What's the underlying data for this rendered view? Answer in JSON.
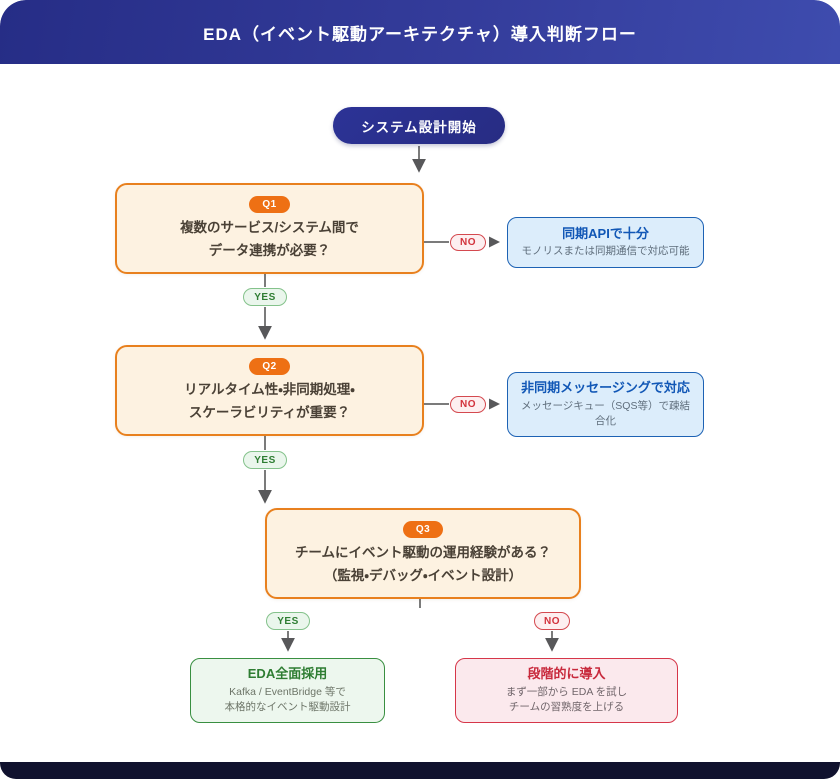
{
  "header": {
    "title": "EDA（イベント駆動アーキテクチャ）導入判断フロー"
  },
  "start": {
    "label": "システム設計開始"
  },
  "labels": {
    "yes": "YES",
    "no": "NO"
  },
  "questions": [
    {
      "badge": "Q1",
      "lines": [
        "複数のサービス/システム間で",
        "データ連携が必要？"
      ]
    },
    {
      "badge": "Q2",
      "lines": [
        "リアルタイム性・非同期処理・",
        "スケーラビリティが重要？"
      ]
    },
    {
      "badge": "Q3",
      "lines": [
        "チームにイベント駆動の運用経験がある？",
        "（監視・デバッグ・イベント設計）"
      ]
    }
  ],
  "outcomes": {
    "sync_api": {
      "title": "同期APIで十分",
      "subtitle": "モノリスまたは同期通信で対応可能"
    },
    "async_messaging": {
      "title": "非同期メッセージングで対応",
      "subtitle": "メッセージキュー（SQS等）で疎結合化"
    },
    "full_adoption": {
      "title": "EDA全面採用",
      "subtitle_lines": [
        "Kafka / EventBridge 等で",
        "本格的なイベント駆動設計"
      ]
    },
    "gradual": {
      "title": "段階的に導入",
      "subtitle_lines": [
        "まず一部から EDA を試し",
        "チームの習熟度を上げる"
      ]
    }
  },
  "colors": {
    "header_gradient_start": "#262d86",
    "header_gradient_end": "#3e4cae",
    "footer_bar": "#10122e",
    "start_node": "#2a3090",
    "question_border": "#e8801e",
    "question_bg": "#fdf2e1",
    "question_badge": "#ee7014",
    "blue_border": "#1d62b4",
    "blue_bg": "#dcedfb",
    "green_border": "#398f41",
    "green_bg": "#edf7ee",
    "red_border": "#d63649",
    "red_bg": "#fbe9ed",
    "yes_color": "#2e7d32",
    "no_color": "#d2323c",
    "arrow_gray": "#7b7b7b"
  }
}
